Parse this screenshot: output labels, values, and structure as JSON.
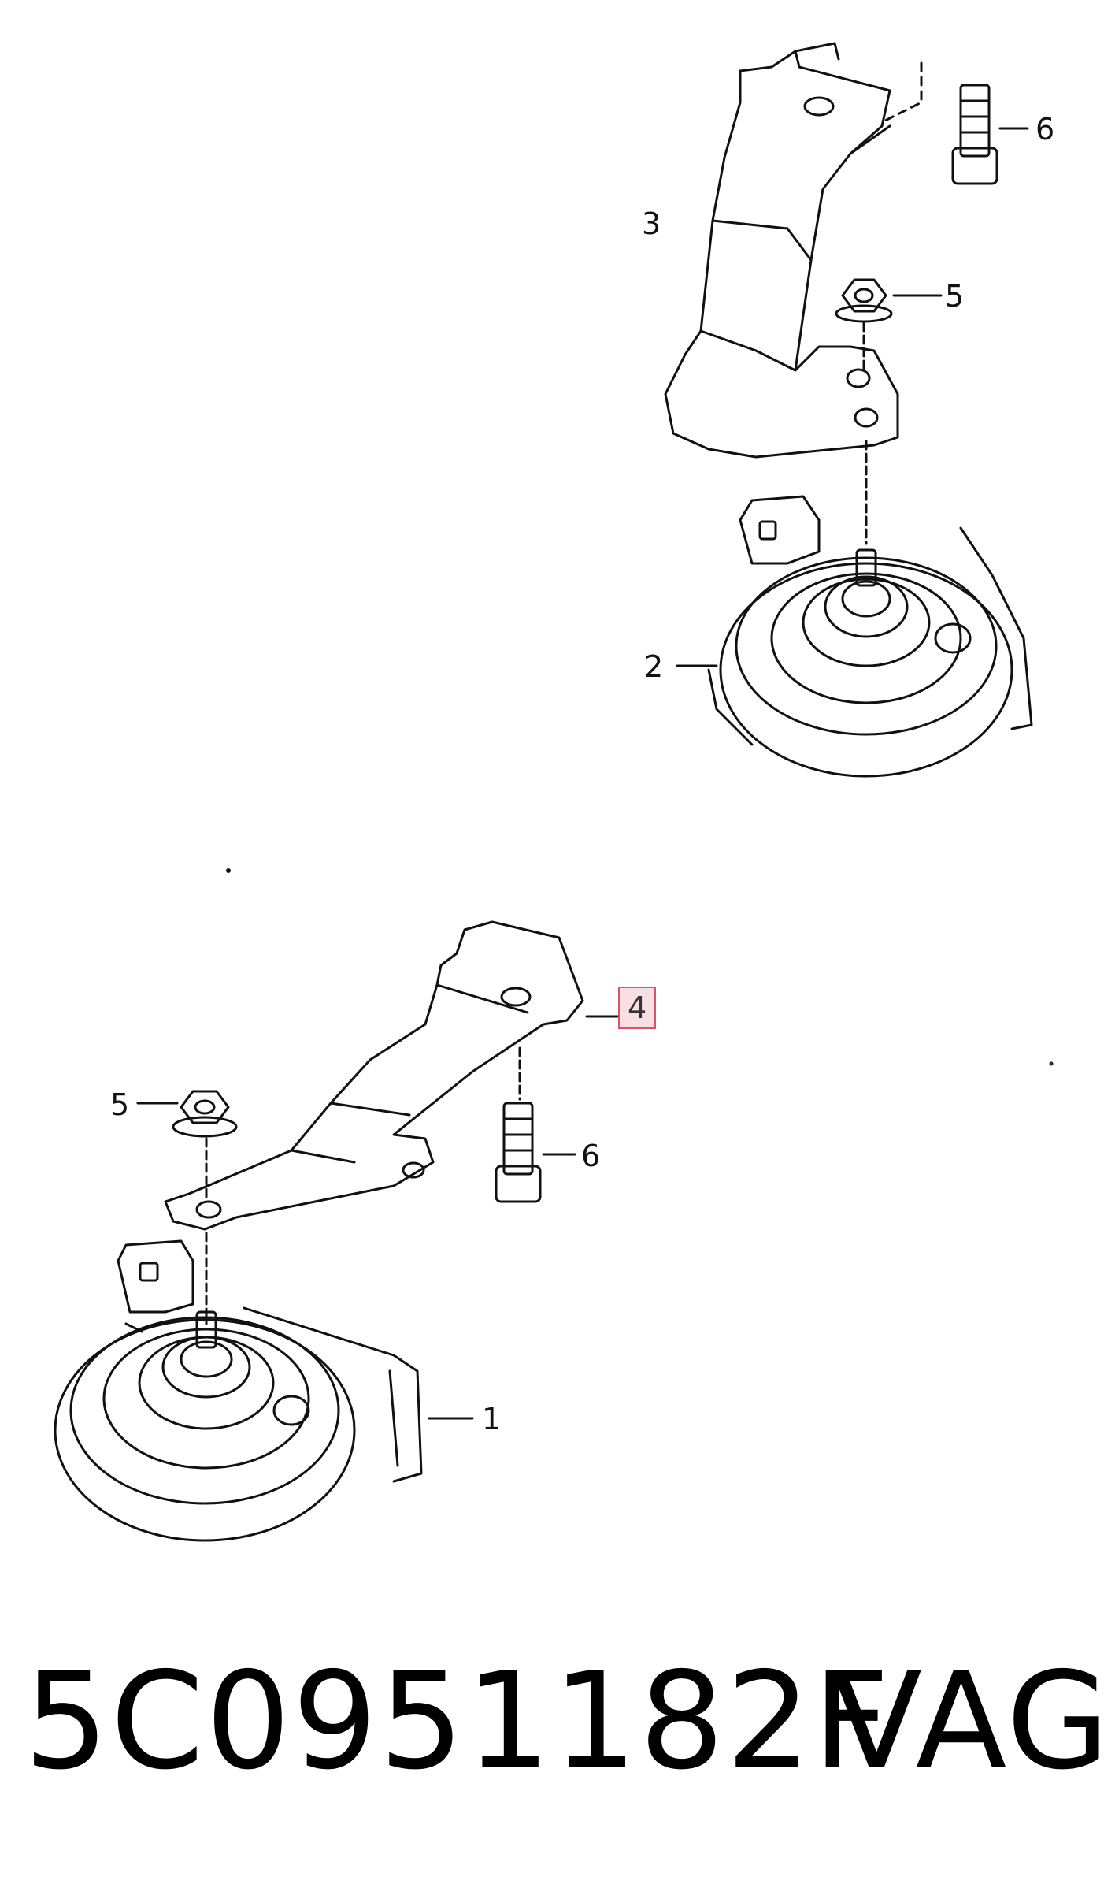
{
  "callouts": {
    "c1": "1",
    "c2": "2",
    "c3": "3",
    "c4": "4",
    "c5_top": "5",
    "c5_bottom": "5",
    "c6_top": "6",
    "c6_bottom": "6"
  },
  "footer": {
    "part_number": "5C0951182F",
    "brand": "VAG"
  },
  "colors": {
    "line": "#111111",
    "highlight_border": "#d9536a",
    "highlight_fill": "#f9dfe3"
  }
}
